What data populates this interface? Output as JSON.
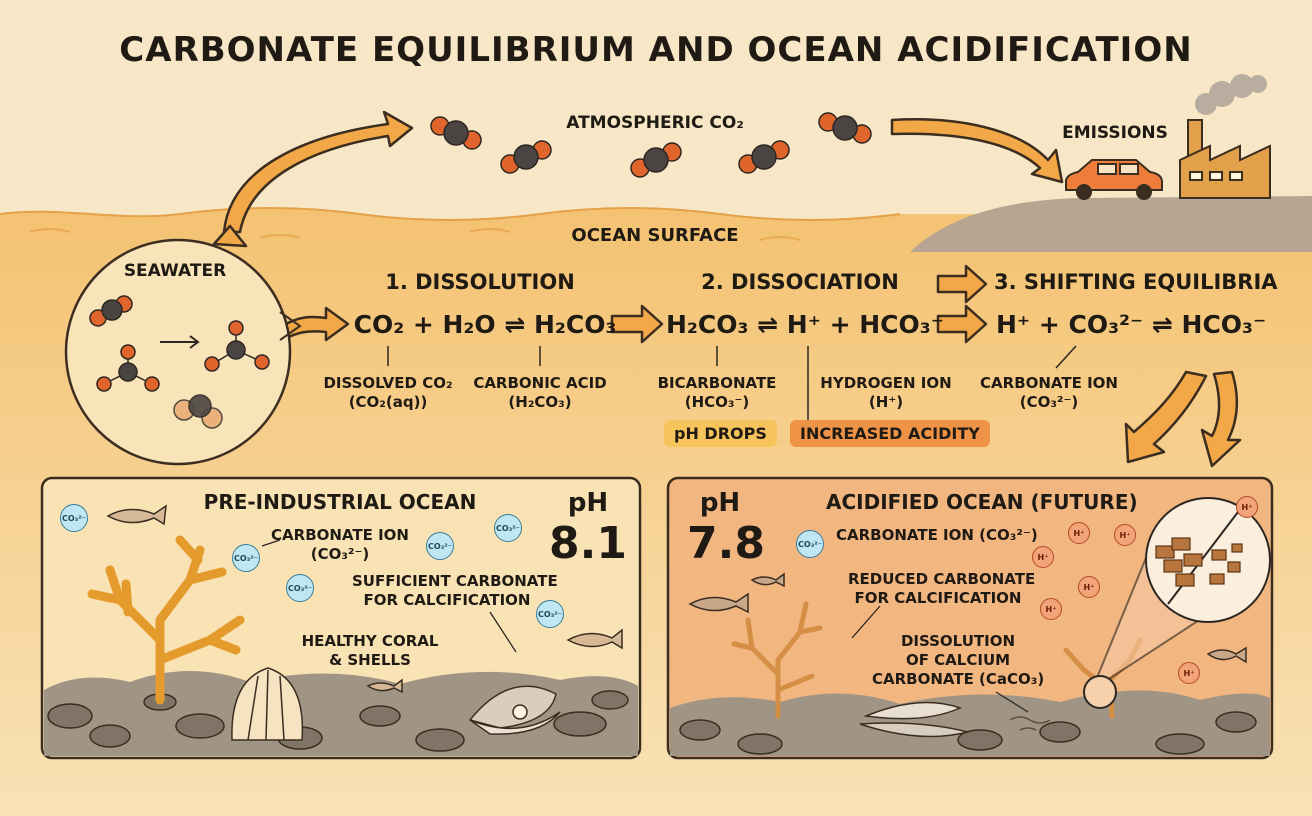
{
  "title": "CARBONATE EQUILIBRIUM AND OCEAN ACIDIFICATION",
  "top": {
    "atmospheric_label": "ATMOSPHERIC CO₂",
    "emissions_label": "EMISSIONS",
    "ocean_surface_label": "OCEAN SURFACE",
    "seawater_label": "SEAWATER"
  },
  "steps": [
    {
      "heading": "1. DISSOLUTION",
      "equation": "CO₂ + H₂O ⇌ H₂CO₃",
      "labels": [
        {
          "name": "DISSOLVED CO₂",
          "formula": "(CO₂(aq))"
        },
        {
          "name": "CARBONIC ACID",
          "formula": "(H₂CO₃)"
        }
      ]
    },
    {
      "heading": "2. DISSOCIATION",
      "equation": "H₂CO₃ ⇌ H⁺ + HCO₃⁻",
      "labels": [
        {
          "name": "BICARBONATE",
          "formula": "(HCO₃⁻)"
        },
        {
          "name": "HYDROGEN ION",
          "formula": "(H⁺)"
        }
      ],
      "tags": [
        "pH DROPS",
        "INCREASED ACIDITY"
      ]
    },
    {
      "heading": "3. SHIFTING EQUILIBRIA",
      "equation": "H⁺ + CO₃²⁻ ⇌ HCO₃⁻",
      "labels": [
        {
          "name": "CARBONATE ION",
          "formula": "(CO₃²⁻)"
        }
      ]
    }
  ],
  "panels": {
    "pre": {
      "title": "PRE-INDUSTRIAL OCEAN",
      "ph_label": "pH",
      "ph_value": "8.1",
      "ion_label": "CARBONATE ION",
      "ion_formula": "(CO₃²⁻)",
      "sufficient": [
        "SUFFICIENT CARBONATE",
        "FOR CALCIFICATION"
      ],
      "healthy": [
        "HEALTHY CORAL",
        "& SHELLS"
      ],
      "ion_glyph": "CO₃²⁻",
      "ion_colors": {
        "fill": "#bfe6f2",
        "stroke": "#3a7f98"
      },
      "bg_color": "#f9e3b4"
    },
    "future": {
      "title": "ACIDIFIED OCEAN (FUTURE)",
      "ph_label": "pH",
      "ph_value": "7.8",
      "ion_label": "CARBONATE ION (CO₃²⁻)",
      "reduced": [
        "REDUCED CARBONATE",
        "FOR CALCIFICATION"
      ],
      "dissolution": [
        "DISSOLUTION",
        "OF CALCIUM",
        "CARBONATE (CaCO₃)"
      ],
      "h_glyph": "H⁺",
      "ion_glyph": "CO₃²⁻",
      "bg_color": "#f2b680"
    }
  },
  "colors": {
    "arrow": "#f0a043",
    "ocean": "#f4c77a",
    "carbon_atom": "#4a4542",
    "oxygen_atom": "#e0652c",
    "tag_ph_drops": "#f6c45a",
    "tag_acidity": "#ef9446"
  }
}
